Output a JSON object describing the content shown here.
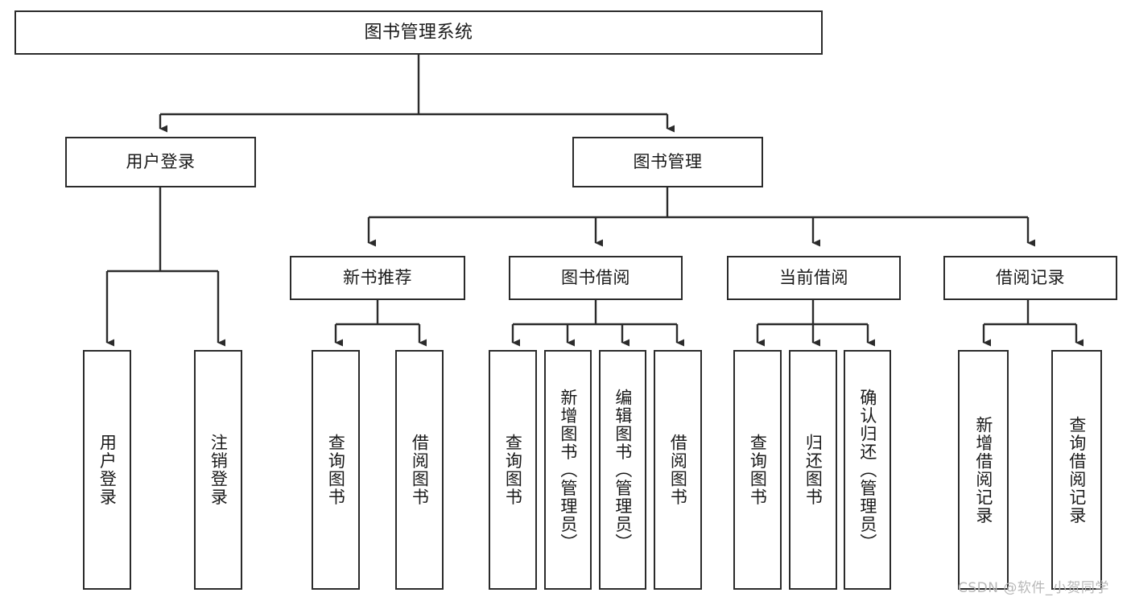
{
  "diagram": {
    "title": "图书管理系统",
    "type": "功能结构图",
    "root": {
      "label": "图书管理系统"
    },
    "level2": [
      {
        "label": "用户登录"
      },
      {
        "label": "图书管理"
      }
    ],
    "level3": [
      {
        "label": "新书推荐"
      },
      {
        "label": "图书借阅"
      },
      {
        "label": "当前借阅"
      },
      {
        "label": "借阅记录"
      }
    ],
    "leaves": {
      "user_login": [
        {
          "label": "用户登录"
        },
        {
          "label": "注销登录"
        }
      ],
      "new_book_recommend": [
        {
          "label": "查询图书"
        },
        {
          "label": "借阅图书"
        }
      ],
      "book_borrow": [
        {
          "label": "查询图书"
        },
        {
          "label": "新增图书（管理员）"
        },
        {
          "label": "编辑图书（管理员）"
        },
        {
          "label": "借阅图书"
        }
      ],
      "current_borrow": [
        {
          "label": "查询图书"
        },
        {
          "label": "归还图书"
        },
        {
          "label": "确认归还（管理员）"
        }
      ],
      "borrow_record": [
        {
          "label": "新增借阅记录"
        },
        {
          "label": "查询借阅记录"
        }
      ]
    }
  },
  "watermark": {
    "text": "CSDN @软件_小贺同学"
  },
  "colors": {
    "stroke": "#2b2b2b",
    "fill": "#ffffff",
    "text": "#1a1a1a",
    "watermark": "#b8b8b8"
  }
}
